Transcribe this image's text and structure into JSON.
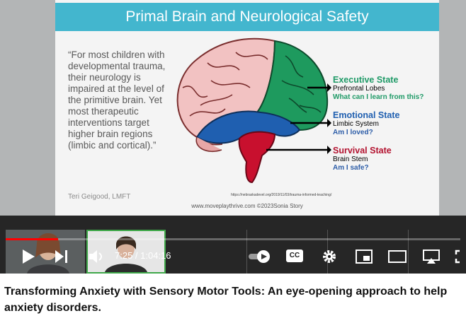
{
  "slide": {
    "title": "Primal Brain and Neurological Safety",
    "quote": "“For most children with developmental trauma, their neurology is impaired at the level of the primitive brain. Yet most therapeutic interventions target higher brain regions (limbic and cortical).”",
    "author": "Teri Geigood, LMFT",
    "levels": [
      {
        "title": "Executive State",
        "region": "Prefrontal Lobes",
        "question": "What can I learn from this?",
        "color": "#1f9a67"
      },
      {
        "title": "Emotional State",
        "region": "Limbic System",
        "question": "Am I loved?",
        "color": "#1f5fb0"
      },
      {
        "title": "Survival State",
        "region": "Brain Stem",
        "question": "Am I safe?",
        "color": "#b3122f"
      }
    ],
    "source_url": "https://nebraskadevel.org/2019/11/03/trauma-informed-teaching/",
    "footer": "www.moveplaythrive.com  ©2023Sonia Story"
  },
  "player": {
    "time": "7:25 / 1:04:16",
    "progress_fraction": 0.115,
    "icons": [
      "play-icon",
      "next-icon",
      "volume-icon",
      "autoplay-toggle-icon",
      "cc-icon",
      "settings-gear-icon",
      "miniplayer-icon",
      "theater-icon",
      "cast-icon",
      "fullscreen-icon"
    ],
    "cc_label": "CC",
    "accent": "#ff0000"
  },
  "caption": {
    "title": "Transforming Anxiety with Sensory Motor Tools: An eye-opening approach to help anxiety disorders."
  }
}
